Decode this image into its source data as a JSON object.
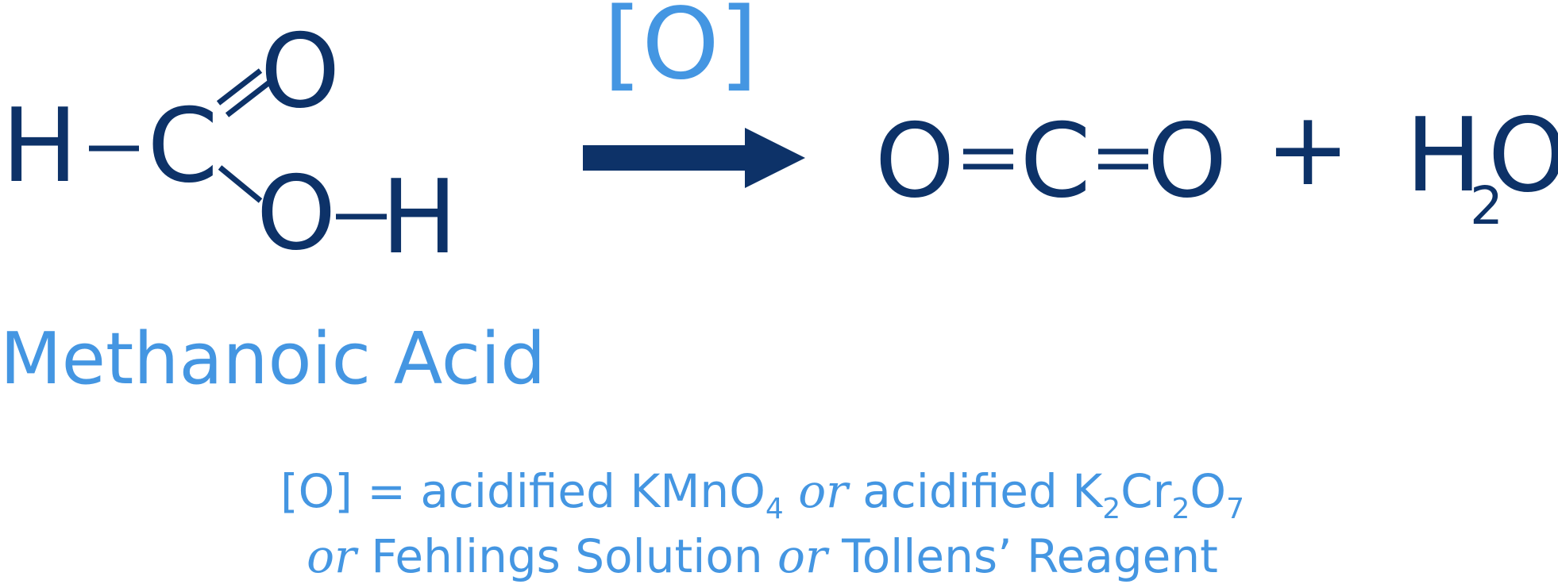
{
  "reactant": {
    "name": "Methanoic Acid",
    "atoms": {
      "h_left": "H",
      "carbon": "C",
      "o_double": "O",
      "o_single": "O",
      "h_right": "H"
    }
  },
  "arrow": {
    "oxidant_label": "[O]"
  },
  "products": {
    "co2": {
      "o_left": "O",
      "carbon": "C",
      "o_right": "O"
    },
    "plus": "+",
    "water": {
      "h": "H",
      "sub": "2",
      "o": "O"
    }
  },
  "footnote": {
    "line1": {
      "oxidant": "[O] =",
      "opt1": "acidified KMnO",
      "opt1_sub": "4",
      "conj1": "or",
      "opt2a": "acidified K",
      "opt2_sub1": "2",
      "opt2b": "Cr",
      "opt2_sub2": "2",
      "opt2c": "O",
      "opt2_sub3": "7"
    },
    "line2": {
      "conj2": "or",
      "opt3": "Fehlings Solution",
      "conj3": "or",
      "opt4": "Tollens’ Reagent"
    }
  },
  "colors": {
    "structure": "#0d3268",
    "labels": "#4496e2",
    "background": "#ffffff"
  }
}
